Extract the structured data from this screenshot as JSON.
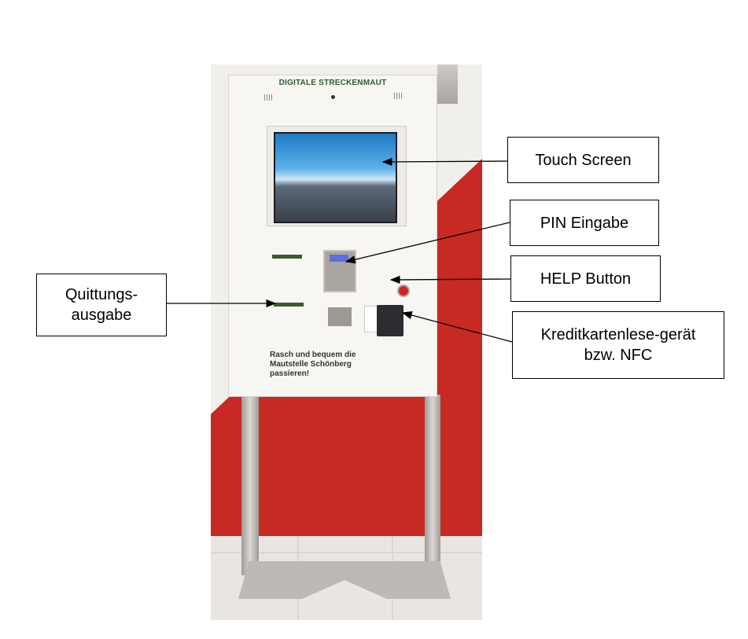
{
  "kiosk": {
    "title": "DIGITALE STRECKENMAUT",
    "slogan_lines": [
      "Rasch und bequem die",
      "Mautstelle Schönberg",
      "passieren!"
    ]
  },
  "labels": {
    "touch_screen": "Touch Screen",
    "pin_entry": "PIN Eingabe",
    "help_button": "HELP Button",
    "card_reader_line1": "Kreditkartenlese-gerät",
    "card_reader_line2": "bzw. NFC",
    "receipt_line1": "Quittungs-",
    "receipt_line2": "ausgabe"
  },
  "colors": {
    "wall_red": "#c72a22",
    "kiosk_white": "#f7f6f3",
    "title_green": "#2f5b2f"
  }
}
